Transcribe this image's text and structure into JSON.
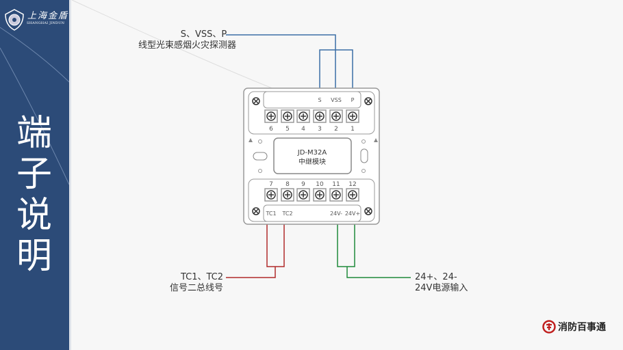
{
  "brand": {
    "name_cn": "上海金盾",
    "name_en": "SHANGHAI  JINDUN"
  },
  "title": [
    "端",
    "子",
    "说",
    "明"
  ],
  "module": {
    "model": "JD-M32A",
    "name": "中继模块",
    "top_labels": [
      "S",
      "VSS",
      "P"
    ],
    "top_terminals": [
      "6",
      "5",
      "4",
      "3",
      "2",
      "1"
    ],
    "bottom_terminals": [
      "7",
      "8",
      "9",
      "10",
      "11",
      "12"
    ],
    "bottom_labels": [
      "TC1",
      "TC2",
      "24V-",
      "24V+"
    ]
  },
  "annotations": {
    "detector": {
      "line1": "S、VSS、P",
      "line2": "线型光束感烟火灾探测器"
    },
    "signal": {
      "line1": "TC1、TC2",
      "line2": "信号二总线号"
    },
    "power": {
      "line1": "24+、24-",
      "line2": "24V电源输入"
    }
  },
  "footer": {
    "logo_text": "消防百事通"
  },
  "colors": {
    "sidebar": "#2c4b78",
    "blue_wire": "#3a6ea5",
    "red_wire": "#b02a2a",
    "green_wire": "#1f8a3a"
  }
}
